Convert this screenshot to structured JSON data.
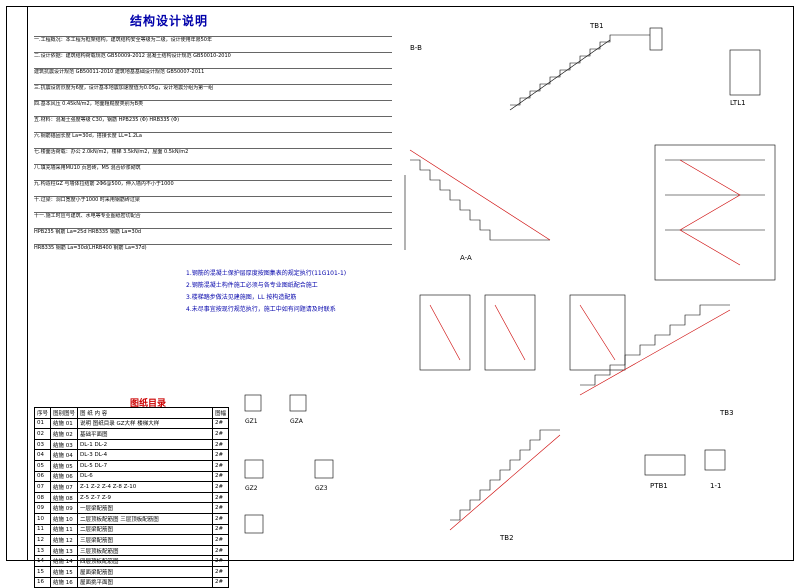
{
  "notes_title": "结构设计说明",
  "index_title": "图纸目录",
  "index_headers": [
    "序号",
    "图别图号",
    "图 纸 内 容",
    "图幅"
  ],
  "index_rows": [
    [
      "01",
      "结施",
      "01",
      "说明 图纸目录 GZ大样 楼梯大样",
      "2#"
    ],
    [
      "02",
      "结施",
      "02",
      "基础平面图",
      "2#"
    ],
    [
      "03",
      "结施",
      "03",
      "DL-1 DL-2",
      "2#"
    ],
    [
      "04",
      "结施",
      "04",
      "DL-3 DL-4",
      "2#"
    ],
    [
      "05",
      "结施",
      "05",
      "DL-5 DL-7",
      "2#"
    ],
    [
      "06",
      "结施",
      "06",
      "DL-6",
      "2#"
    ],
    [
      "07",
      "结施",
      "07",
      "Z-1 Z-2 Z-4 Z-8 Z-10",
      "2#"
    ],
    [
      "08",
      "结施",
      "08",
      "Z-5 Z-7 Z-9",
      "2#"
    ],
    [
      "09",
      "结施",
      "09",
      "一层梁配筋图",
      "2#"
    ],
    [
      "10",
      "结施",
      "10",
      "二层顶板配筋图 三层顶板配筋图",
      "2#"
    ],
    [
      "11",
      "结施",
      "11",
      "二层梁配筋图",
      "2#"
    ],
    [
      "12",
      "结施",
      "12",
      "三层梁配筋图",
      "2#"
    ],
    [
      "13",
      "结施",
      "13",
      "三层顶板配筋图",
      "2#"
    ],
    [
      "14",
      "结施",
      "14",
      "四层顶板配筋图",
      "2#"
    ],
    [
      "15",
      "结施",
      "15",
      "屋面梁配筋图",
      "2#"
    ],
    [
      "16",
      "结施",
      "16",
      "屋面挑平面图",
      "2#"
    ]
  ],
  "general_notes": [
    "1.钢筋的混凝土保护层厚度按图集表的规定执行(11G101-1)",
    "2.钢筋混凝土构件施工必须与各专业图纸配合施工",
    "3.楼梯踏步做法见建施图，LL 按构造配筋",
    "4.未尽事宜按现行规范执行，施工中如有问题请及时联系"
  ],
  "note_lines": [
    "一.工程概况：本工程为框架结构，建筑结构安全等级为二级，设计使用年限50年",
    "二.设计依据：建筑结构荷载规范 GB50009-2012  混凝土结构设计规范 GB50010-2010",
    "建筑抗震设计规范 GB50011-2010  建筑地基基础设计规范 GB50007-2011",
    "三.抗震设防烈度为6度，设计基本地震加速度值为0.05g，设计地震分组为第一组",
    "四.基本风压 0.45kN/m2，地面粗糙度类别为B类",
    "五.材料：混凝土强度等级 C30，钢筋 HPB235 (Φ) HRB335 (Φ)",
    "六.钢筋锚固长度 La=30d，搭接长度 LL=1.2La",
    "七.楼面活荷载：办公 2.0kN/m2，楼梯 3.5kN/m2，屋面 0.5kN/m2",
    "八.填充墙采用MU10 页岩砖，M5 混合砂浆砌筑",
    "九.构造柱GZ 与墙体拉结筋 2Φ6@500，伸入墙内不小于1000",
    "十.过梁：洞口宽度小于1000 时采用钢筋砖过梁",
    "十一.施工时应与建筑、水电等专业图纸密切配合",
    "HPB235 钢筋 La=25d    HRB335 钢筋 La=30d",
    "HRB335 钢筋 La=30d(LHRB400 钢筋 La=37d)"
  ],
  "drawing_labels": {
    "tb1": "TB1",
    "tb2": "TB2",
    "tb3": "TB3",
    "sec_aa": "A-A",
    "sec_bb": "B-B",
    "sec_11": "1-1",
    "ltl1": "LTL1",
    "gz1": "GZ1",
    "gz2": "GZ2",
    "gz3": "GZ3",
    "gza": "GZA",
    "pb1": "PTB1"
  }
}
